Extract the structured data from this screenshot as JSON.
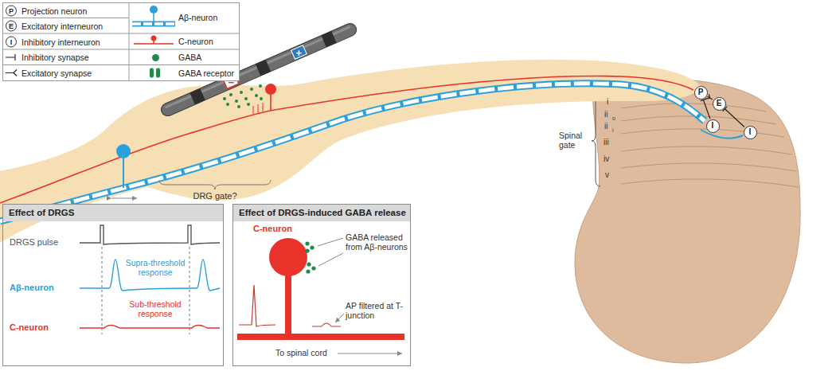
{
  "diagram": {
    "nodes": [
      {
        "text": [
          "P"
        ]
      },
      {
        "text": [
          "E"
        ]
      },
      {
        "text": [
          "I"
        ]
      },
      {
        "text": [
          "I"
        ]
      },
      {
        "text": [
          "Effect of DRGS"
        ]
      },
      {
        "text": [
          "Effect of DRGS-induced GABA release"
        ]
      }
    ],
    "edges": [
      {
        "from": 1,
        "to": 0,
        "arrow": "to"
      },
      {
        "from": 2,
        "to": 0,
        "arrow": "to"
      },
      {
        "from": 3,
        "to": 1,
        "arrow": "to"
      }
    ],
    "labels": [
      "P",
      "E",
      "I",
      "−",
      "+",
      "DRG gate?",
      "Spinal gate",
      "i",
      "ii",
      "o",
      "ii",
      "i",
      "iii",
      "iv",
      "v",
      "DRGS pulse",
      "Aβ-neuron",
      "C-neuron",
      "Supra-threshold response",
      "Sub-threshold response",
      "C-neuron",
      "GABA released from Aβ-neurons",
      "AP filtered at T-junction",
      "To spinal cord"
    ],
    "legend": [
      {
        "text": "Projection neuron"
      },
      {
        "text": "Excitatory interneuron"
      },
      {
        "text": "Inhibitory interneuron"
      },
      {
        "text": "Inhibitory synapse"
      },
      {
        "text": "Excitatory synapse"
      },
      {
        "text": "Aβ-neuron"
      },
      {
        "text": "C-neuron"
      },
      {
        "text": "GABA",
        "color": "#1f8a4c"
      },
      {
        "text": "GABA receptor"
      }
    ]
  }
}
